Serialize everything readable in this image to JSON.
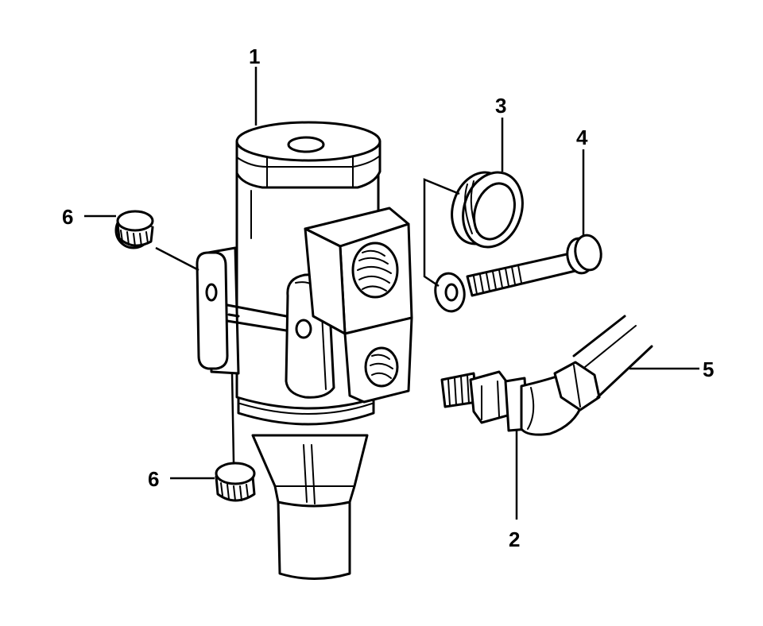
{
  "callouts": [
    {
      "id": "1",
      "text": "1"
    },
    {
      "id": "2",
      "text": "2"
    },
    {
      "id": "3",
      "text": "3"
    },
    {
      "id": "4",
      "text": "4"
    },
    {
      "id": "5",
      "text": "5"
    },
    {
      "id": "6a",
      "text": "6"
    },
    {
      "id": "6b",
      "text": "6"
    }
  ],
  "colors": {
    "ink": "#000000",
    "background": "#ffffff",
    "shade": "#d9d9d9"
  }
}
